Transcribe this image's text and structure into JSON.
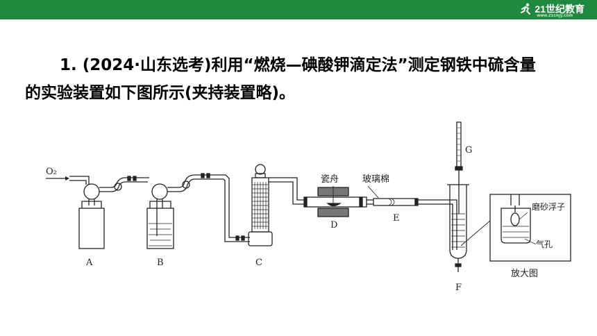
{
  "header": {
    "logo_text": "21世纪教育",
    "logo_sub": "www.21cnjy.com"
  },
  "question": {
    "number": "1.",
    "source": "(2024·山东选考)",
    "text_line1": "利用“燃烧—碘酸钾滴定法”测定钢铁中硫含量",
    "text_line2": "的实验装置如下图所示(夹持装置略)。"
  },
  "diagram": {
    "gas_label": "O₂",
    "labels": {
      "A": "A",
      "B": "B",
      "C": "C",
      "D": "D",
      "E": "E",
      "F": "F",
      "G": "G"
    },
    "boat_label": "瓷舟",
    "wool_label": "玻璃棉",
    "inset": {
      "float_label": "磨砂浮子",
      "hole_label": "气孔",
      "caption": "放大图"
    }
  },
  "colors": {
    "brand_green": "#1f8a3f",
    "line": "#222222"
  }
}
